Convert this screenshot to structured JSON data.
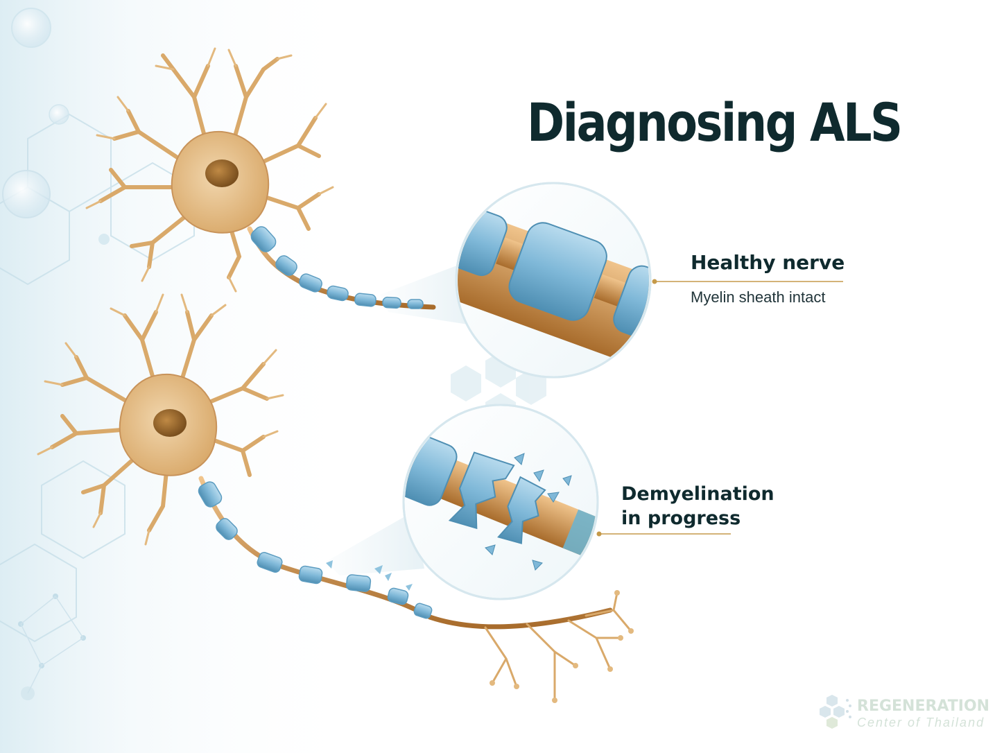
{
  "title": "Diagnosing ALS",
  "callouts": {
    "healthy": {
      "title": "Healthy nerve",
      "subtitle": "Myelin sheath intact"
    },
    "demyelination": {
      "title_line1": "Demyelination",
      "title_line2": "in progress"
    }
  },
  "logo": {
    "name": "REGENERATION",
    "tagline": "Center of Thailand"
  },
  "colors": {
    "title_text": "#0f2a2e",
    "accent_line": "#c59a4a",
    "myelin_blue": "#7fb8d8",
    "neuron_tan": "#e6c08e",
    "nucleus_brown": "#9a6a2c",
    "axon_copper": "#c98f4f"
  },
  "icons": [
    "neuron-icon",
    "myelin-sheath-icon",
    "hexagon-logo-icon"
  ]
}
